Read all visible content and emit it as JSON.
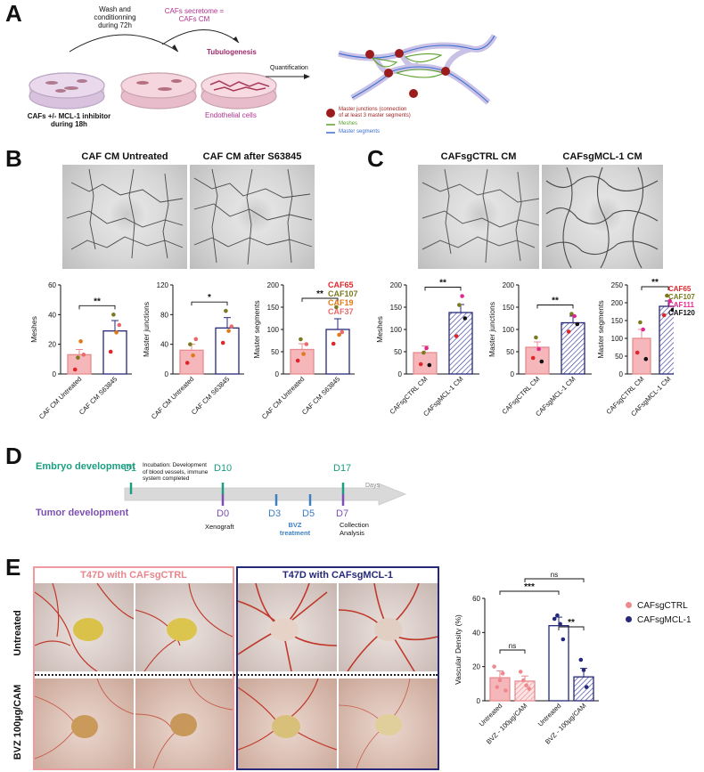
{
  "panel_labels": {
    "a": "A",
    "b": "B",
    "c": "C",
    "d": "D",
    "e": "E"
  },
  "panelA": {
    "caf_label": "CAFs +/- MCL-1 inhibitor\nduring 18h",
    "wash_label": "Wash and\nconditionning\nduring 72h",
    "secretome_label": "CAFs secretome =\nCAFs CM",
    "tubulogenesis": "Tubulogenesis",
    "endothelial": "Endothelial cells",
    "quantification": "Quantification",
    "legend": {
      "junctions": "Master junctions (connection\nof at least 3 master segments)",
      "meshes": "Meshes",
      "segments": "Master segments"
    },
    "colors": {
      "junction": "#9b1c1c",
      "meshes": "#5aa02c",
      "segments": "#3b6fd1",
      "secretome": "#b0308f"
    }
  },
  "panelB": {
    "image_titles": [
      "CAF CM Untreated",
      "CAF CM after S63845"
    ],
    "caf_legend": [
      {
        "name": "CAF65",
        "color": "#e0262a"
      },
      {
        "name": "CAF107",
        "color": "#7a7a1e"
      },
      {
        "name": "CAF19",
        "color": "#e07a18"
      },
      {
        "name": "CAF37",
        "color": "#e86a6a"
      }
    ]
  },
  "panelC": {
    "image_titles": [
      "CAFsgCTRL CM",
      "CAFsgMCL-1 CM"
    ],
    "caf_legend": [
      {
        "name": "CAF65",
        "color": "#e0262a"
      },
      {
        "name": "CAF107",
        "color": "#7a7a1e"
      },
      {
        "name": "CAF111",
        "color": "#e2288f"
      },
      {
        "name": "CAF120",
        "color": "#111111"
      }
    ]
  },
  "panelD": {
    "embryo_label": "Embryo development",
    "tumor_label": "Tumor development",
    "days_label": "Days",
    "incubation_text": "Incubation: Development\nof blood vessels, immune\nsystem completed",
    "embryo_days": [
      "D1",
      "D10",
      "D17"
    ],
    "tumor_days": [
      "D0",
      "D3",
      "D5",
      "D7"
    ],
    "xenograft": "Xenograft",
    "bvz": "BVZ\ntreatment",
    "collection": "Collection\nAnalysis",
    "colors": {
      "embryo": "#1a9e82",
      "tumor": "#7d4fb2",
      "bvz": "#3d7fc4"
    }
  },
  "panelE": {
    "group_titles": [
      "T47D with CAFsgCTRL",
      "T47D with CAFsgMCL-1"
    ],
    "row_labels": [
      "Untreated",
      "BVZ 100µg/CAM"
    ],
    "legend": [
      "CAFsgCTRL",
      "CAFsgMCL-1"
    ],
    "colors": {
      "ctrl": "#ee8a8f",
      "mcl": "#26287a"
    }
  },
  "chart_data": [
    {
      "id": "B-meshes",
      "type": "bar",
      "categories": [
        "CAF CM Untreated",
        "CAF CM S63845"
      ],
      "values": [
        13,
        29
      ],
      "errors": [
        3.5,
        7
      ],
      "points": [
        [
          3,
          11,
          22,
          13
        ],
        [
          15,
          40,
          28,
          33
        ]
      ],
      "point_colors": [
        "#e0262a",
        "#7a7a1e",
        "#e07a18",
        "#e86a6a"
      ],
      "bar_colors": [
        "#f5b7ba",
        "#ffffff"
      ],
      "edge_colors": [
        "#e88b90",
        "#26287a"
      ],
      "ylabel": "Meshes",
      "ylim": [
        0,
        60
      ],
      "yticks": [
        0,
        20,
        40,
        60
      ],
      "sig": [
        {
          "from": 0,
          "to": 1,
          "label": "**"
        }
      ]
    },
    {
      "id": "B-junctions",
      "type": "bar",
      "categories": [
        "CAF CM Untreated",
        "CAF CM S63845"
      ],
      "values": [
        32,
        62
      ],
      "errors": [
        8,
        14
      ],
      "points": [
        [
          15,
          40,
          25,
          47
        ],
        [
          42,
          85,
          58,
          64
        ]
      ],
      "point_colors": [
        "#e0262a",
        "#7a7a1e",
        "#e07a18",
        "#e86a6a"
      ],
      "bar_colors": [
        "#f5b7ba",
        "#ffffff"
      ],
      "edge_colors": [
        "#e88b90",
        "#26287a"
      ],
      "ylabel": "Master junctions",
      "ylim": [
        0,
        120
      ],
      "yticks": [
        0,
        40,
        80,
        120
      ],
      "sig": [
        {
          "from": 0,
          "to": 1,
          "label": "*"
        }
      ]
    },
    {
      "id": "B-segments",
      "type": "bar",
      "categories": [
        "CAF CM Untreated",
        "CAF CM S63845"
      ],
      "values": [
        55,
        100
      ],
      "errors": [
        13,
        24
      ],
      "points": [
        [
          30,
          78,
          45,
          67
        ],
        [
          68,
          150,
          88,
          94
        ]
      ],
      "point_colors": [
        "#e0262a",
        "#7a7a1e",
        "#e07a18",
        "#e86a6a"
      ],
      "bar_colors": [
        "#f5b7ba",
        "#ffffff"
      ],
      "edge_colors": [
        "#e88b90",
        "#26287a"
      ],
      "ylabel": "Master segments",
      "ylim": [
        0,
        200
      ],
      "yticks": [
        0,
        50,
        100,
        150,
        200
      ],
      "sig": [
        {
          "from": 0,
          "to": 1,
          "label": "**"
        }
      ]
    },
    {
      "id": "C-meshes",
      "type": "bar",
      "categories": [
        "CAFsgCTRL CM",
        "CAFsgMCL-1 CM"
      ],
      "values": [
        48,
        138
      ],
      "errors": [
        15,
        18
      ],
      "points": [
        [
          22,
          48,
          58,
          20
        ],
        [
          85,
          155,
          175,
          125
        ]
      ],
      "point_colors": [
        "#e0262a",
        "#7a7a1e",
        "#e2288f",
        "#111111"
      ],
      "bar_colors": [
        "#f5b7ba",
        "#b9c2ee"
      ],
      "edge_colors": [
        "#e88b90",
        "#26287a"
      ],
      "hatch": [
        false,
        true
      ],
      "ylabel": "Meshes",
      "ylim": [
        0,
        200
      ],
      "yticks": [
        0,
        50,
        100,
        150,
        200
      ],
      "sig": [
        {
          "from": 0,
          "to": 1,
          "label": "**"
        }
      ]
    },
    {
      "id": "C-junctions",
      "type": "bar",
      "categories": [
        "CAFsgCTRL CM",
        "CAFsgMCL-1 CM"
      ],
      "values": [
        60,
        115
      ],
      "errors": [
        12,
        15
      ],
      "points": [
        [
          36,
          82,
          56,
          28
        ],
        [
          95,
          135,
          130,
          112
        ]
      ],
      "point_colors": [
        "#e0262a",
        "#7a7a1e",
        "#e2288f",
        "#111111"
      ],
      "bar_colors": [
        "#f5b7ba",
        "#b9c2ee"
      ],
      "edge_colors": [
        "#e88b90",
        "#26287a"
      ],
      "hatch": [
        false,
        true
      ],
      "ylabel": "Master junctions",
      "ylim": [
        0,
        200
      ],
      "yticks": [
        0,
        50,
        100,
        150,
        200
      ],
      "sig": [
        {
          "from": 0,
          "to": 1,
          "label": "**"
        }
      ]
    },
    {
      "id": "C-segments",
      "type": "bar",
      "categories": [
        "CAFsgCTRL CM",
        "CAFsgMCL-1 CM"
      ],
      "values": [
        100,
        190
      ],
      "errors": [
        25,
        15
      ],
      "points": [
        [
          60,
          145,
          125,
          42
        ],
        [
          165,
          220,
          205,
          180
        ]
      ],
      "point_colors": [
        "#e0262a",
        "#7a7a1e",
        "#e2288f",
        "#111111"
      ],
      "bar_colors": [
        "#f5b7ba",
        "#b9c2ee"
      ],
      "edge_colors": [
        "#e88b90",
        "#26287a"
      ],
      "hatch": [
        false,
        true
      ],
      "ylabel": "Master segments",
      "ylim": [
        0,
        250
      ],
      "yticks": [
        0,
        50,
        100,
        150,
        200,
        250
      ],
      "sig": [
        {
          "from": 0,
          "to": 1,
          "label": "**"
        }
      ]
    },
    {
      "id": "E-density",
      "type": "bar",
      "categories": [
        "Untreated",
        "BVZ - 100µg/CAM",
        "Untreated",
        "BVZ - 100µg/CAM"
      ],
      "values": [
        13.5,
        11.5,
        44,
        14
      ],
      "errors": [
        4,
        3,
        5,
        5
      ],
      "points": [
        [
          20,
          8,
          12,
          16,
          6
        ],
        [
          17,
          12,
          9,
          7
        ],
        [
          48,
          50,
          45,
          36
        ],
        [
          24,
          18,
          8
        ]
      ],
      "point_colors_by_bar": [
        "#ee8a8f",
        "#ee8a8f",
        "#26287a",
        "#26287a"
      ],
      "bar_colors": [
        "#f5b7ba",
        "#f5c3c6",
        "#ffffff",
        "#ffffff"
      ],
      "edge_colors": [
        "#e88b90",
        "#e88b90",
        "#26287a",
        "#26287a"
      ],
      "hatch": [
        false,
        true,
        false,
        true
      ],
      "ylabel": "Vascular Density (%)",
      "ylim": [
        0,
        60
      ],
      "yticks": [
        0,
        20,
        40,
        60
      ],
      "sig": [
        {
          "from": 0,
          "to": 1,
          "label": "ns",
          "level": 0
        },
        {
          "from": 2,
          "to": 3,
          "label": "**",
          "level": 0
        },
        {
          "from": 0,
          "to": 2,
          "label": "***",
          "level": 1
        },
        {
          "from": 1,
          "to": 3,
          "label": "ns",
          "level": 2
        }
      ]
    }
  ]
}
